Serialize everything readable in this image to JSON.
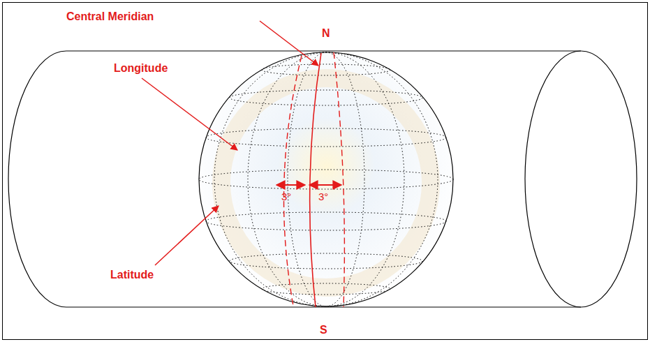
{
  "diagram": {
    "labels": [
      "Central Meridian",
      "N",
      "Longitude",
      "Latitude",
      "3°",
      "3°",
      "S"
    ]
  }
}
